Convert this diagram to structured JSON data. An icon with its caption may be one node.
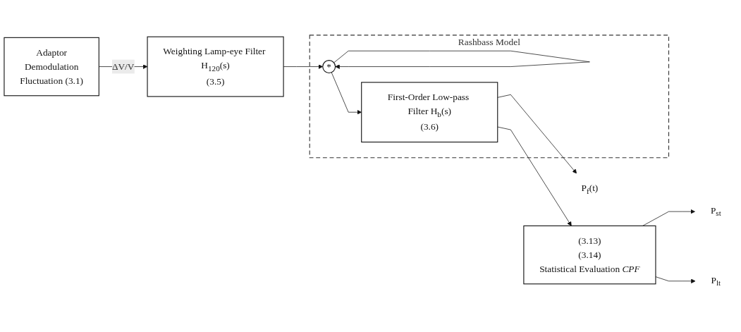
{
  "diagram": {
    "nodes": [
      {
        "text": [
          "Adaptor",
          "Demodulation",
          "Fluctuation (3.1)"
        ]
      },
      {
        "text": [
          "Weighting Lamp-eye Filter H$_{120}$(s)",
          "(3.5)"
        ]
      },
      {
        "text": [
          "Rashbass Model"
        ]
      },
      {
        "text": [
          "*"
        ],
        "in": 2
      },
      {
        "text": [
          "First-Order Low-pass Filter H$_{b}$(s)",
          "(3.6)"
        ],
        "in": 2
      },
      {
        "text": [
          "(3.13)",
          "(3.14)",
          "Statistical Evaluation *CPF*"
        ]
      },
      {
        "text": [
          "P$_{st}$"
        ]
      },
      {
        "text": [
          "P$_{lt}$"
        ]
      },
      {
        "text": [
          "P$_{f}$(t)"
        ]
      }
    ],
    "edges": [
      {
        "from": 0,
        "to": 1,
        "arrow": "to",
        "label": "ΔV/V"
      },
      {
        "from": 1,
        "to": 3,
        "arrow": "to"
      },
      {
        "from": 3,
        "to": 3,
        "arrow": "to"
      },
      {
        "from": 3,
        "to": 4,
        "arrow": "to"
      },
      {
        "from": 4,
        "to": 8,
        "arrow": "to"
      },
      {
        "from": 4,
        "to": 5,
        "arrow": "to"
      },
      {
        "from": 5,
        "to": 6,
        "arrow": "to"
      },
      {
        "from": 5,
        "to": 7,
        "arrow": "to"
      }
    ]
  }
}
